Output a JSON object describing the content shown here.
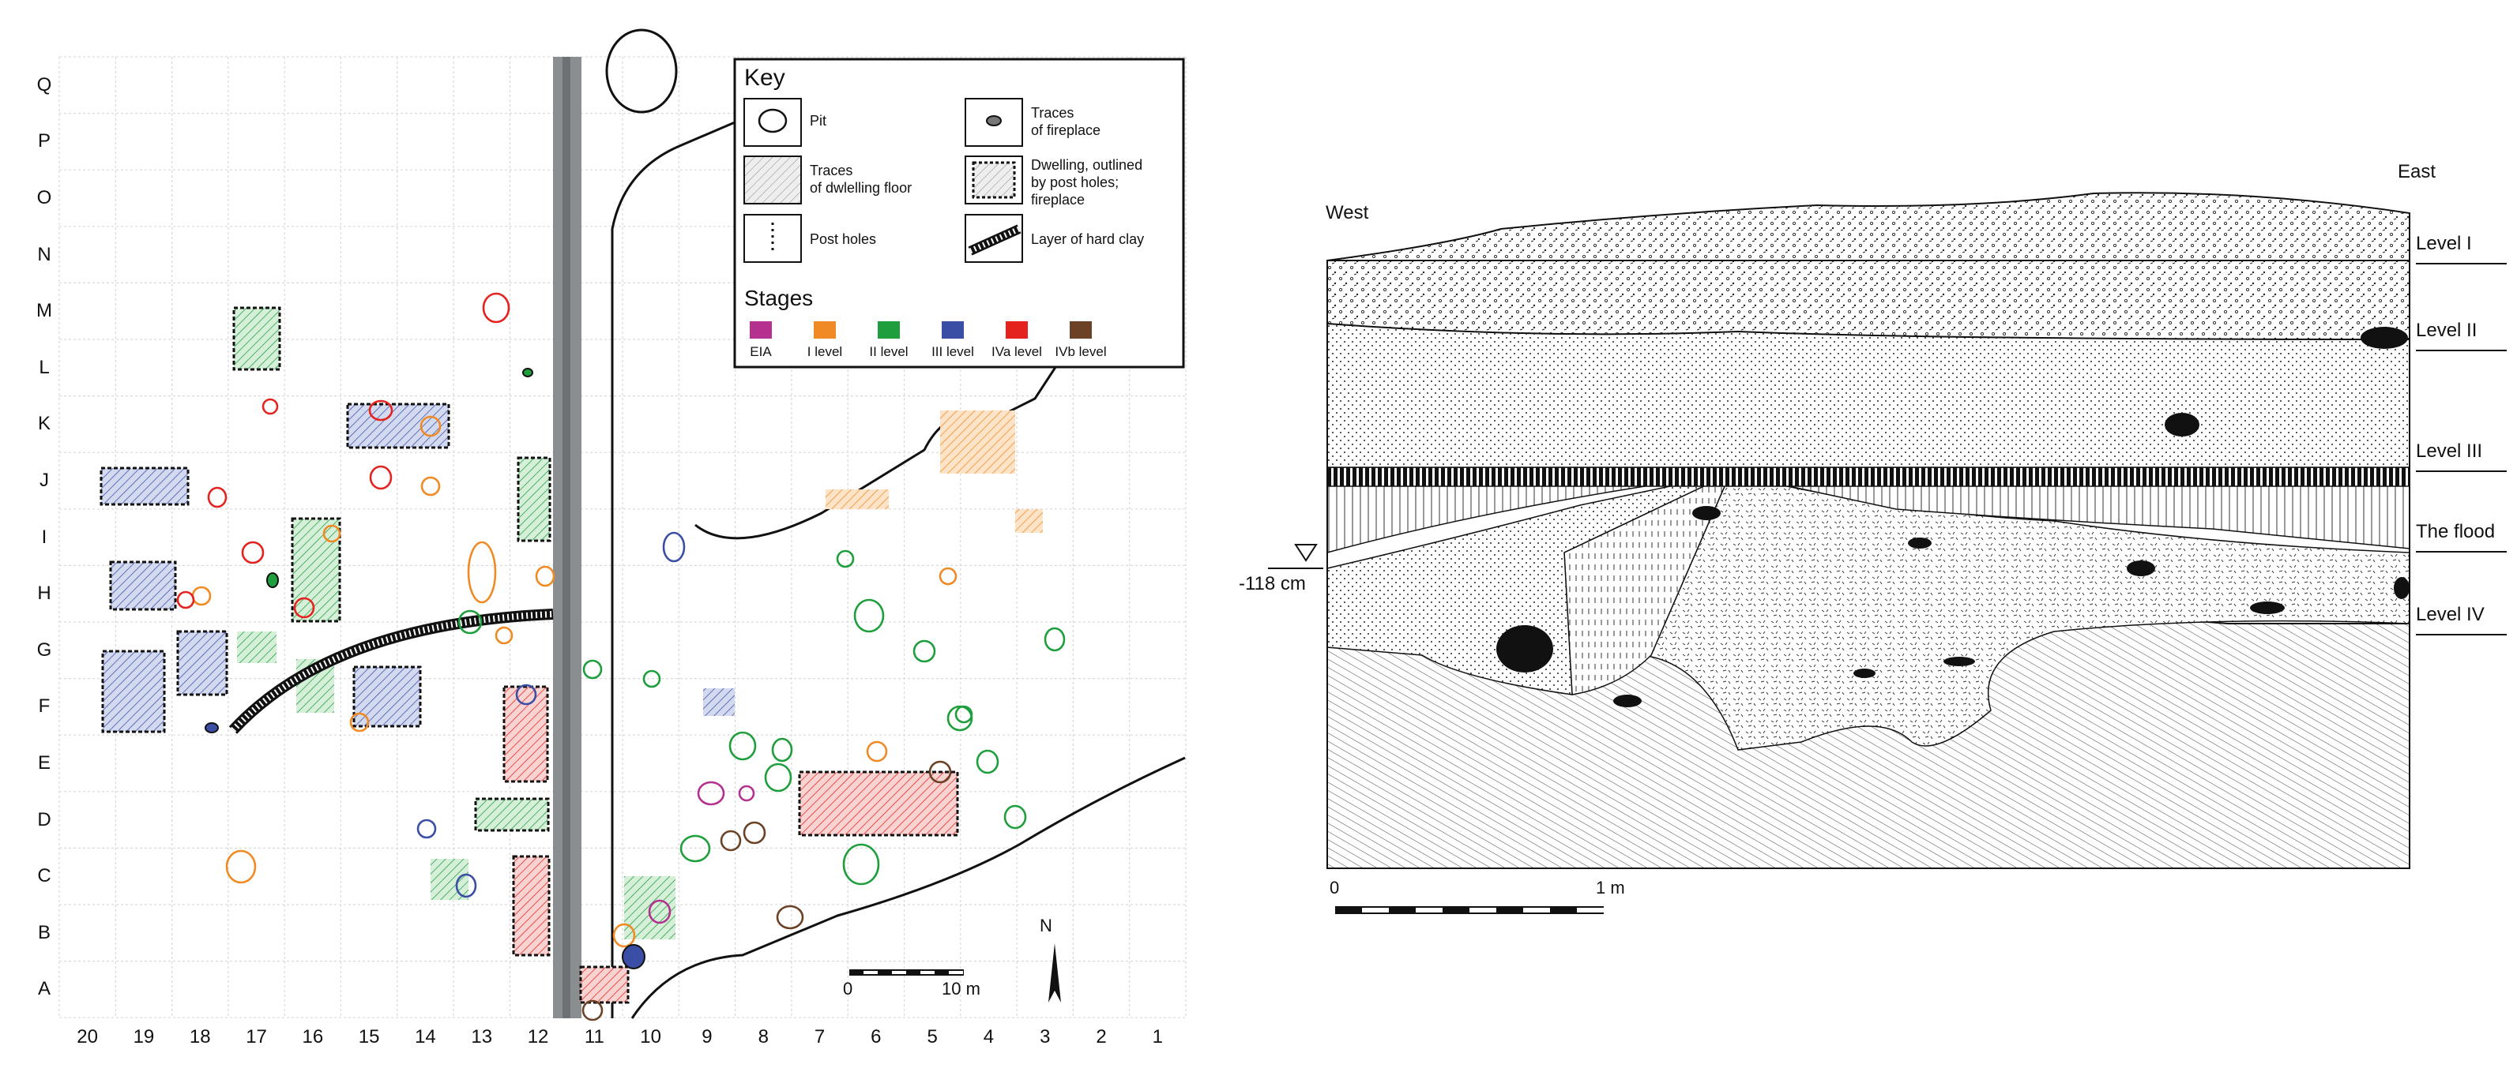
{
  "plan": {
    "row_labels": [
      "Q",
      "P",
      "O",
      "N",
      "M",
      "L",
      "K",
      "J",
      "I",
      "H",
      "G",
      "F",
      "E",
      "D",
      "C",
      "B",
      "A"
    ],
    "col_labels": [
      "20",
      "19",
      "18",
      "17",
      "16",
      "15",
      "14",
      "13",
      "12",
      "11",
      "10",
      "9",
      "8",
      "7",
      "6",
      "5",
      "4",
      "3",
      "2",
      "1"
    ],
    "key": {
      "title": "Key",
      "items": [
        {
          "icon": "pit-icon",
          "label": "Pit"
        },
        {
          "icon": "fireplace-icon",
          "label": "Traces\nof fireplace"
        },
        {
          "icon": "dwelling-floor-icon",
          "label": "Traces\nof dwlelling floor"
        },
        {
          "icon": "dwelling-outline-icon",
          "label": "Dwelling, outlined\nby post holes;\nfireplace"
        },
        {
          "icon": "post-holes-icon",
          "label": "Post holes"
        },
        {
          "icon": "hard-clay-icon",
          "label": "Layer of hard clay"
        }
      ],
      "stages_title": "Stages",
      "stages": [
        {
          "label": "EIA",
          "color": "#b5318f"
        },
        {
          "label": "I level",
          "color": "#f08a24"
        },
        {
          "label": "II level",
          "color": "#1e9e3c"
        },
        {
          "label": "III level",
          "color": "#3b4ea6"
        },
        {
          "label": "IVa level",
          "color": "#e4231f"
        },
        {
          "label": "IVb level",
          "color": "#6b4226"
        }
      ]
    },
    "scale": {
      "start": "0",
      "end": "10 m"
    },
    "north": "N"
  },
  "section": {
    "west": "West",
    "east": "East",
    "levels": [
      "Level I",
      "Level II",
      "Level III",
      "The flood",
      "Level IV"
    ],
    "depth_marker": "-118 cm",
    "scale": {
      "start": "0",
      "end": "1 m"
    }
  }
}
